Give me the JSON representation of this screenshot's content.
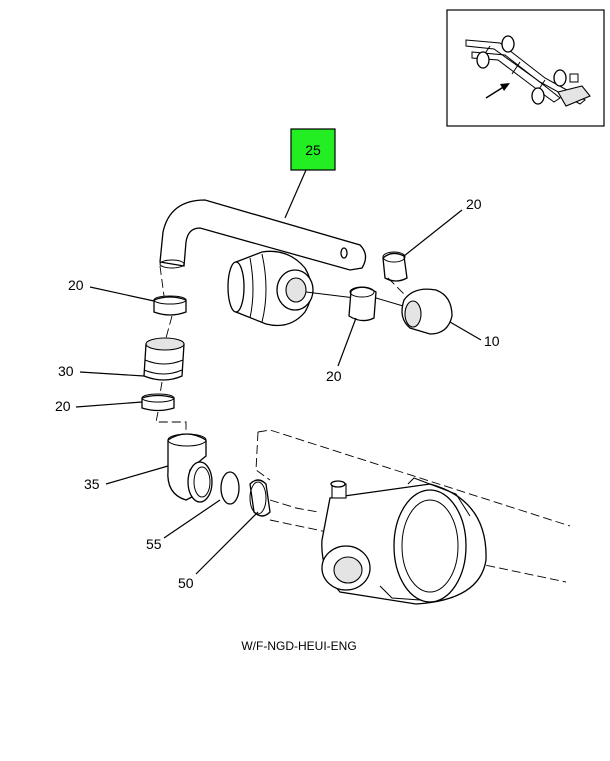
{
  "callouts": {
    "c25": "25",
    "c20_top_right": "20",
    "c20_left_upper": "20",
    "c10": "10",
    "c20_bottom_mid": "20",
    "c30": "30",
    "c20_left_lower": "20",
    "c35": "35",
    "c55": "55",
    "c50": "50"
  },
  "caption": "W/F-NGD-HEUI-ENG",
  "highlight_color": "#22ee22",
  "locator_inset": {
    "arrow_icon": "locator-arrow-icon"
  }
}
